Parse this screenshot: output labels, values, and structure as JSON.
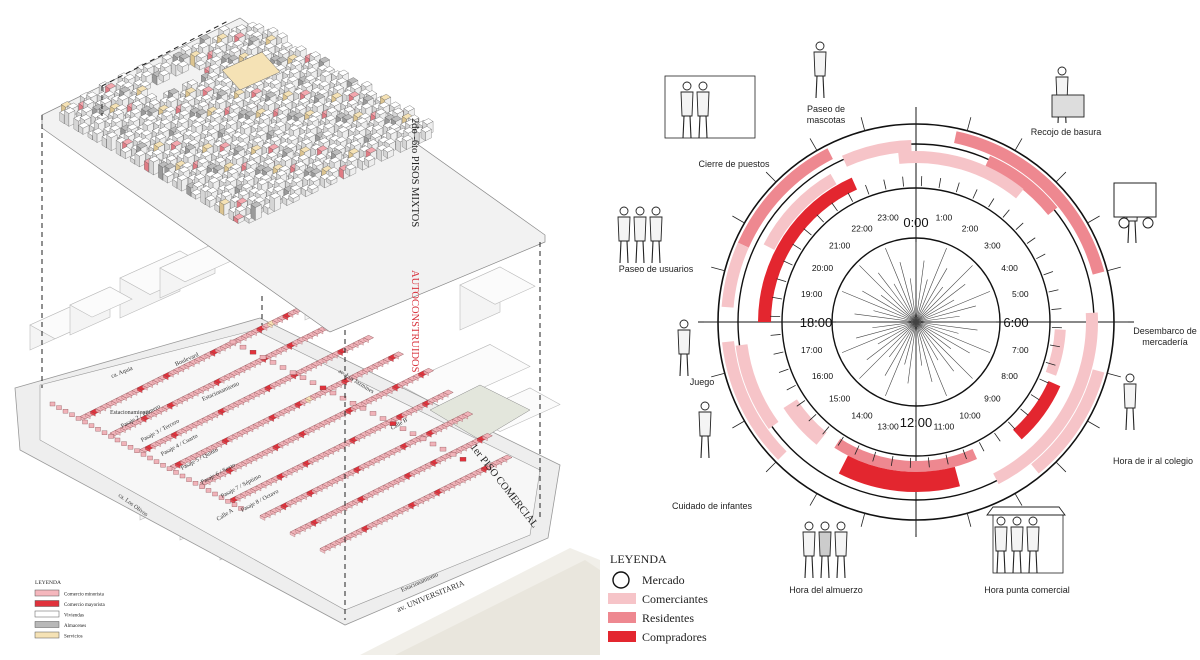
{
  "axonometric": {
    "upper_label_main": "2do -6to PISOS MIXTOS",
    "upper_label_accent": "AUTOCONSTRUIDOS",
    "lower_label": "1er PISO COMERCIAL",
    "streets": [
      "ca. Aquia",
      "Boulevard",
      "av. Los Jazmines",
      "Calle B",
      "Calle A",
      "ca. Los Olivos",
      "av. UNIVERSITARIA",
      "Estacionamiento",
      "Estacionamiento",
      "Estacionamiento",
      "Pasaje 2 / Primero",
      "Pasaje 3 / Tercero",
      "Pasaje 4 / Cuarto",
      "Pasaje 5 / Quinto",
      "Pasaje 6 / Sexto",
      "Pasaje 7 / Séptimo",
      "Pasaje 8 / Octavo"
    ],
    "legend": {
      "title": "LEYENDA",
      "items": [
        {
          "label": "Comercio minorista",
          "color": "#f5b7bd"
        },
        {
          "label": "Comercio mayorista",
          "color": "#e0323c"
        },
        {
          "label": "Viviendas",
          "color": "#ffffff"
        },
        {
          "label": "Almacenes",
          "color": "#b8b8b8"
        },
        {
          "label": "Servicios",
          "color": "#f5e2b5"
        }
      ]
    }
  },
  "clock": {
    "hours": [
      "0:00",
      "1:00",
      "2:00",
      "3:00",
      "4:00",
      "5:00",
      "6:00",
      "7:00",
      "8:00",
      "9:00",
      "10:00",
      "11:00",
      "12:00",
      "13:00",
      "14:00",
      "15:00",
      "16:00",
      "17:00",
      "18:00",
      "19:00",
      "20:00",
      "21:00",
      "22:00",
      "23:00"
    ],
    "colors": {
      "comerciantes": "#f6c4c8",
      "residentes": "#ee8890",
      "compradores": "#e3262f"
    },
    "activities": [
      {
        "label": "Paseo de mascotas"
      },
      {
        "label": "Recojo de basura"
      },
      {
        "label": "Cierre de puestos"
      },
      {
        "label": "Paseo de usuarios"
      },
      {
        "label": "Desembarco de mercadería"
      },
      {
        "label": "Juego"
      },
      {
        "label": "Hora de ir al colegio"
      },
      {
        "label": "Cuidado de infantes"
      },
      {
        "label": "Hora del almuerzo"
      },
      {
        "label": "Hora punta comercial"
      }
    ],
    "legend": {
      "title": "LEYENDA",
      "items": [
        {
          "label": "Mercado",
          "kind": "circle"
        },
        {
          "label": "Comerciantes",
          "color": "#f6c4c8"
        },
        {
          "label": "Residentes",
          "color": "#ee8890"
        },
        {
          "label": "Compradores",
          "color": "#e3262f"
        }
      ]
    }
  }
}
